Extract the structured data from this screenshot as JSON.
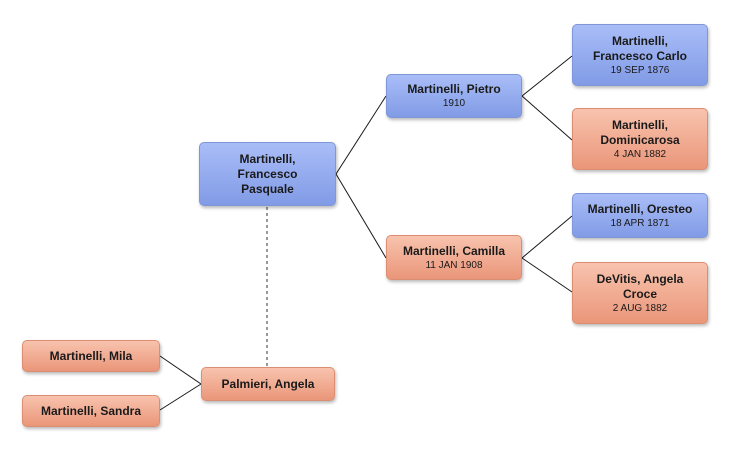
{
  "colors": {
    "male": "#8fa7ee",
    "female": "#f0a68b",
    "line": "#1a1a1a"
  },
  "people": {
    "francesco_pasquale": {
      "name": "Martinelli, Francesco Pasquale",
      "date": ""
    },
    "pietro": {
      "name": "Martinelli, Pietro",
      "date": "1910"
    },
    "camilla": {
      "name": "Martinelli, Camilla",
      "date": "11 JAN 1908"
    },
    "francesco_carlo": {
      "name": "Martinelli, Francesco Carlo",
      "date": "19 SEP 1876"
    },
    "dominicarosa": {
      "name": "Martinelli, Dominicarosa",
      "date": "4 JAN 1882"
    },
    "oresteo": {
      "name": "Martinelli, Oresteo",
      "date": "18 APR 1871"
    },
    "angela_croce": {
      "name": "DeVitis, Angela Croce",
      "date": "2 AUG 1882"
    },
    "angela_palmieri": {
      "name": "Palmieri, Angela",
      "date": ""
    },
    "mila": {
      "name": "Martinelli, Mila",
      "date": ""
    },
    "sandra": {
      "name": "Martinelli, Sandra",
      "date": ""
    }
  }
}
